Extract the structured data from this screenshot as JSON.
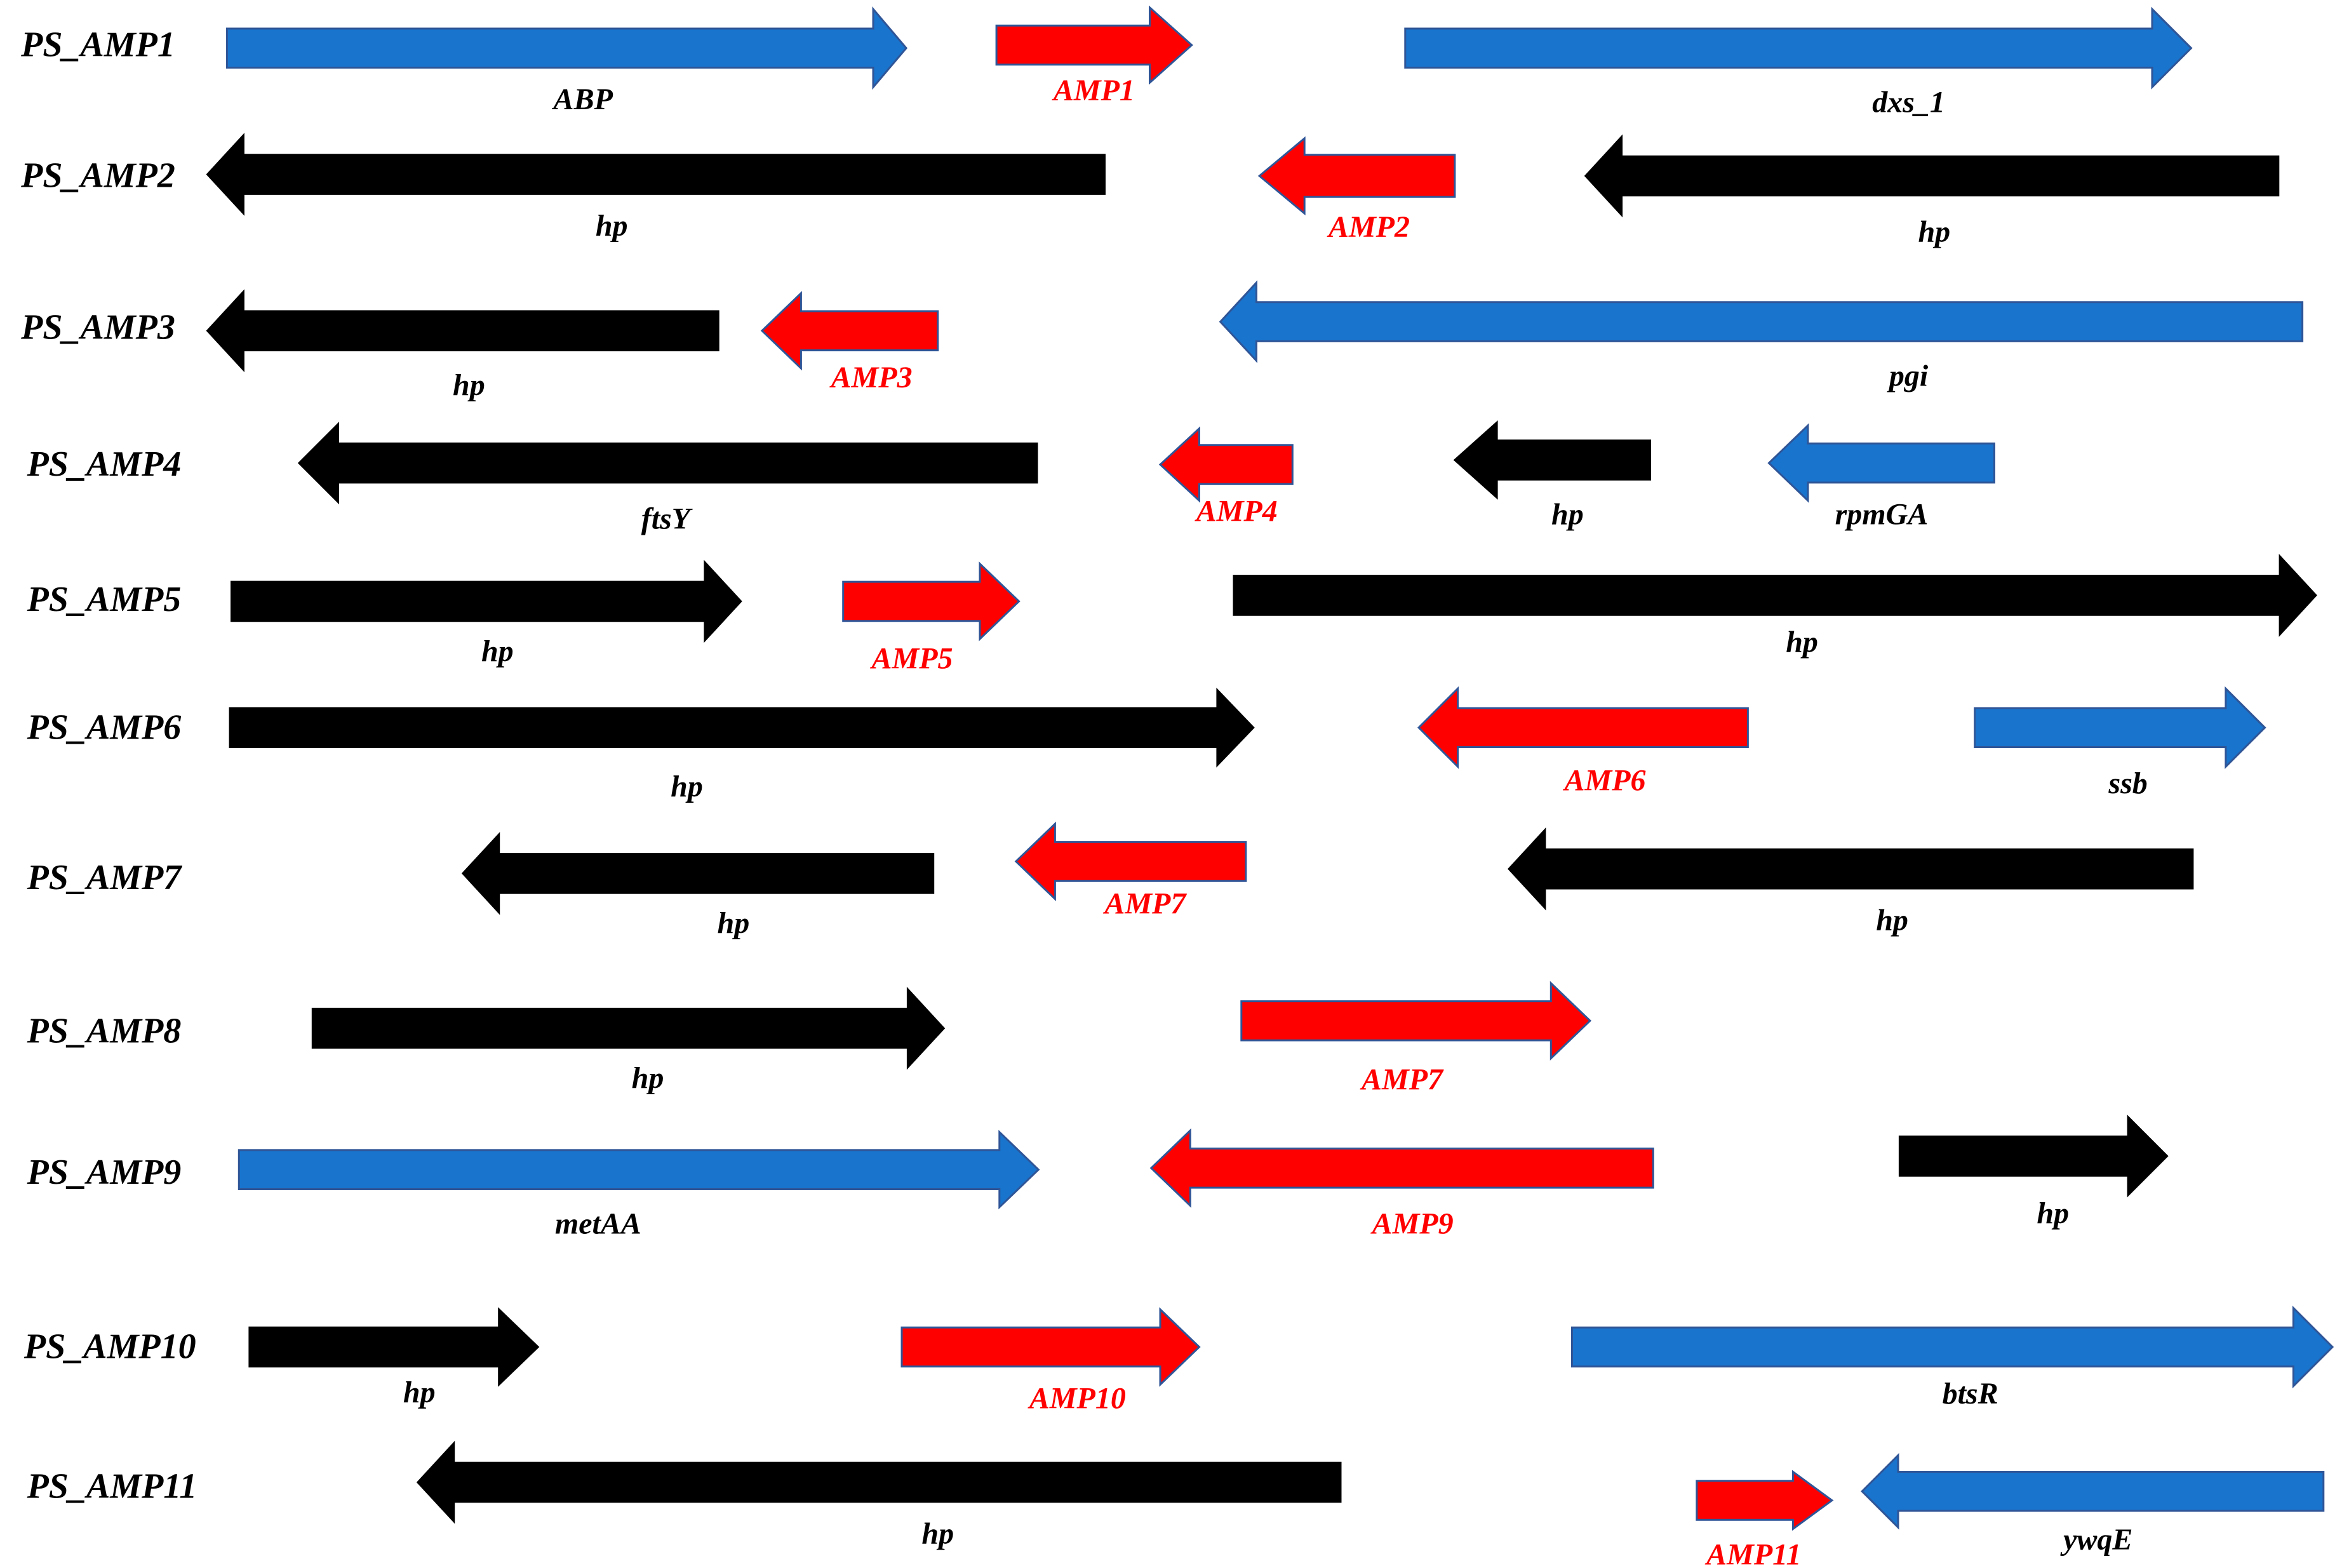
{
  "colors": {
    "amp": "#ff0000",
    "annotated": "#1874cd",
    "hypothetical": "#000000",
    "amp_label": "#ff0000",
    "gene_label": "#000000",
    "blue_outline": "#2f5597",
    "black_outline": "#000000",
    "red_outline": "#2f5597"
  },
  "rows": [
    {
      "label": "PS_AMP1",
      "genes": [
        {
          "name": "ABP",
          "kind": "annotated",
          "strand": "forward"
        },
        {
          "name": "AMP1",
          "kind": "amp",
          "strand": "forward"
        },
        {
          "name": "dxs_1",
          "kind": "annotated",
          "strand": "forward"
        }
      ]
    },
    {
      "label": "PS_AMP2",
      "genes": [
        {
          "name": "hp",
          "kind": "hypothetical",
          "strand": "reverse"
        },
        {
          "name": "AMP2",
          "kind": "amp",
          "strand": "reverse"
        },
        {
          "name": "hp",
          "kind": "hypothetical",
          "strand": "reverse"
        }
      ]
    },
    {
      "label": "PS_AMP3",
      "genes": [
        {
          "name": "hp",
          "kind": "hypothetical",
          "strand": "reverse"
        },
        {
          "name": "AMP3",
          "kind": "amp",
          "strand": "reverse"
        },
        {
          "name": "pgi",
          "kind": "annotated",
          "strand": "reverse"
        }
      ]
    },
    {
      "label": "PS_AMP4",
      "genes": [
        {
          "name": "ftsY",
          "kind": "hypothetical",
          "strand": "reverse"
        },
        {
          "name": "AMP4",
          "kind": "amp",
          "strand": "reverse"
        },
        {
          "name": "hp",
          "kind": "hypothetical",
          "strand": "reverse"
        },
        {
          "name": "rpmGA",
          "kind": "annotated",
          "strand": "reverse"
        }
      ]
    },
    {
      "label": "PS_AMP5",
      "genes": [
        {
          "name": "hp",
          "kind": "hypothetical",
          "strand": "forward"
        },
        {
          "name": "AMP5",
          "kind": "amp",
          "strand": "forward"
        },
        {
          "name": "hp",
          "kind": "hypothetical",
          "strand": "forward"
        }
      ]
    },
    {
      "label": "PS_AMP6",
      "genes": [
        {
          "name": "hp",
          "kind": "hypothetical",
          "strand": "forward"
        },
        {
          "name": "AMP6",
          "kind": "amp",
          "strand": "reverse"
        },
        {
          "name": "ssb",
          "kind": "annotated",
          "strand": "forward"
        }
      ]
    },
    {
      "label": "PS_AMP7",
      "genes": [
        {
          "name": "hp",
          "kind": "hypothetical",
          "strand": "reverse"
        },
        {
          "name": "AMP7",
          "kind": "amp",
          "strand": "reverse"
        },
        {
          "name": "hp",
          "kind": "hypothetical",
          "strand": "reverse"
        }
      ]
    },
    {
      "label": "PS_AMP8",
      "genes": [
        {
          "name": "hp",
          "kind": "hypothetical",
          "strand": "forward"
        },
        {
          "name": "AMP7",
          "kind": "amp",
          "strand": "forward"
        }
      ]
    },
    {
      "label": "PS_AMP9",
      "genes": [
        {
          "name": "metAA",
          "kind": "annotated",
          "strand": "forward"
        },
        {
          "name": "AMP9",
          "kind": "amp",
          "strand": "reverse"
        },
        {
          "name": "hp",
          "kind": "hypothetical",
          "strand": "forward"
        }
      ]
    },
    {
      "label": "PS_AMP10",
      "genes": [
        {
          "name": "hp",
          "kind": "hypothetical",
          "strand": "forward"
        },
        {
          "name": "AMP10",
          "kind": "amp",
          "strand": "forward"
        },
        {
          "name": "btsR",
          "kind": "annotated",
          "strand": "forward"
        }
      ]
    },
    {
      "label": "PS_AMP11",
      "genes": [
        {
          "name": "hp",
          "kind": "hypothetical",
          "strand": "reverse"
        },
        {
          "name": "AMP11",
          "kind": "amp",
          "strand": "forward"
        },
        {
          "name": "ywqE",
          "kind": "annotated",
          "strand": "reverse"
        }
      ]
    }
  ]
}
